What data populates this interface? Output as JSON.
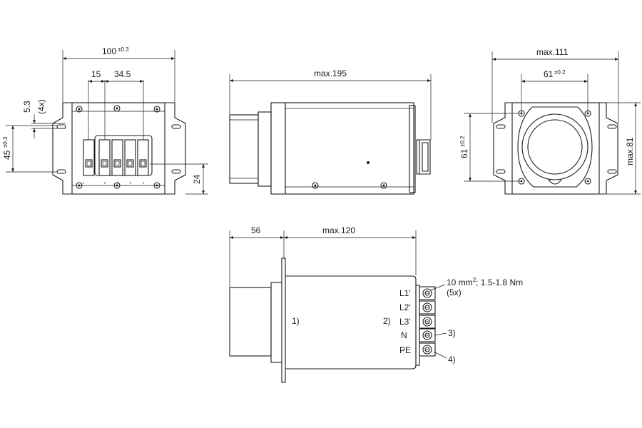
{
  "front_view": {
    "width_dim": "100",
    "width_tol": "±0.3",
    "pitch_dim_1": "15",
    "pitch_dim_2": "34.5",
    "hole_dim": "5.3",
    "hole_count": "(4x)",
    "height_dim": "45",
    "height_tol": "±0.3",
    "bottom_dim": "24"
  },
  "side_view": {
    "length_dim": "max.195"
  },
  "rear_view": {
    "width_dim": "max.111",
    "hole_pitch_h": "61",
    "hole_pitch_h_tol": "±0.2",
    "hole_pitch_v": "61",
    "hole_pitch_v_tol": "±0.2",
    "height_dim": "max.81"
  },
  "bottom_view": {
    "depth_dim": "56",
    "body_dim": "max.120",
    "terminal_spec": "10 mm",
    "terminal_spec_sup": "2",
    "terminal_spec_rest": "; 1.5-1.8 Nm",
    "terminal_count": "(5x)",
    "labels": [
      "L1'",
      "L2'",
      "L3'",
      "N",
      "PE"
    ],
    "note_1": "1)",
    "note_2": "2)",
    "note_3": "3)",
    "note_4": "4)"
  }
}
